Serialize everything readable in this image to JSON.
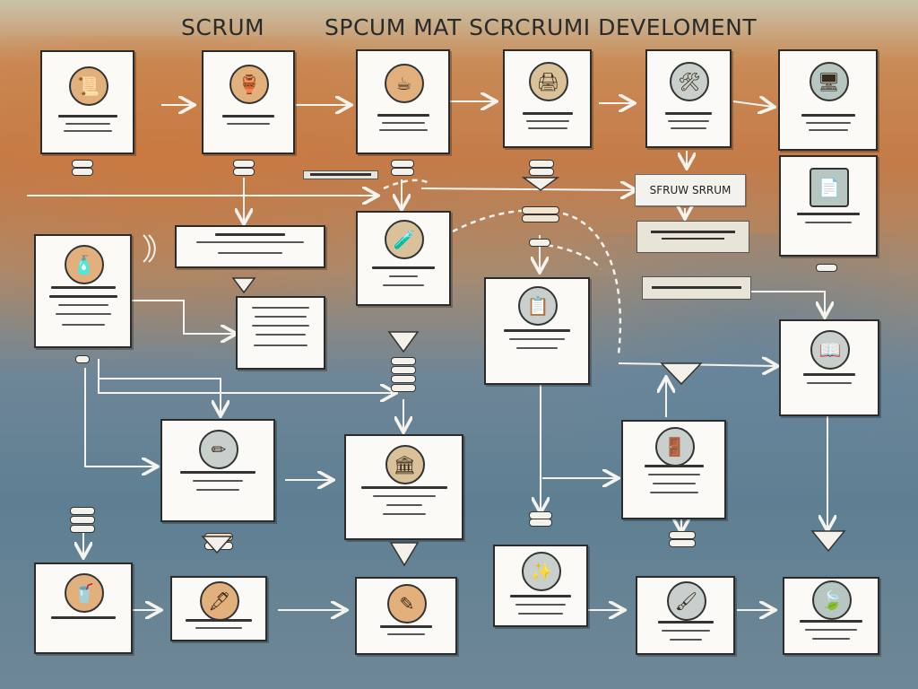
{
  "title": {
    "left": "SCRUM",
    "right": "SPCUM MAT SCRCRUMI DEVELOMENT"
  },
  "labels": {
    "scrum_tag": "SFRUW SRRUM"
  },
  "colors": {
    "box_fill": "#fbfaf6",
    "box_border": "#2b2b2b",
    "arrow": "#f5f3ee",
    "accent_orange": "#c47b48",
    "accent_blue": "#5e7f93"
  },
  "nodes": [
    {
      "id": "n1",
      "icon": "certificate-icon"
    },
    {
      "id": "n2",
      "icon": "jar-icon"
    },
    {
      "id": "n3",
      "icon": "cup-icon"
    },
    {
      "id": "n4",
      "icon": "device-icon"
    },
    {
      "id": "n5",
      "icon": "tools-icon"
    },
    {
      "id": "n6",
      "icon": "monitor-icon"
    },
    {
      "id": "n7",
      "icon": "document-icon"
    },
    {
      "id": "n8",
      "icon": "bottle-icon"
    },
    {
      "id": "n9",
      "icon": "beaker-icon"
    },
    {
      "id": "n10",
      "icon": "panel-icon"
    },
    {
      "id": "n11",
      "icon": "pencil-icon"
    },
    {
      "id": "n12",
      "icon": "pillar-icon"
    },
    {
      "id": "n13",
      "icon": "door-icon"
    },
    {
      "id": "n14",
      "icon": "book-icon"
    },
    {
      "id": "n15",
      "icon": "cup-small-icon"
    },
    {
      "id": "n16",
      "icon": "pen-icon"
    },
    {
      "id": "n17",
      "icon": "pencil-icon"
    },
    {
      "id": "n18",
      "icon": "sparkle-icon"
    },
    {
      "id": "n19",
      "icon": "brush-icon"
    },
    {
      "id": "n20",
      "icon": "leaf-icon"
    }
  ]
}
